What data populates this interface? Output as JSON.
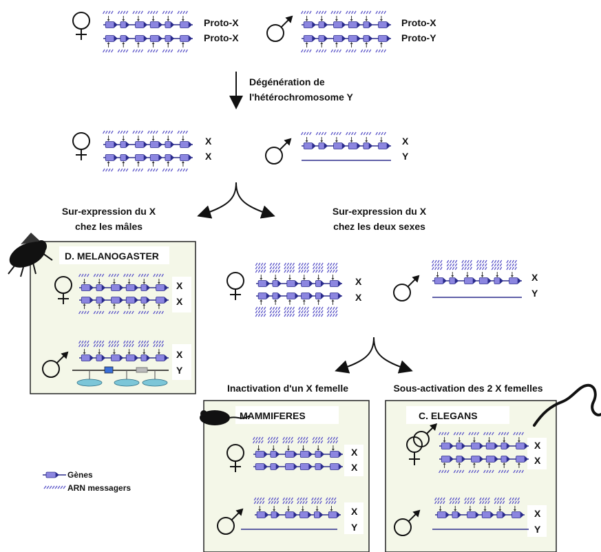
{
  "top": {
    "female_labels": [
      "Proto-X",
      "Proto-X"
    ],
    "male_labels": [
      "Proto-X",
      "Proto-Y"
    ]
  },
  "arrow_caption": [
    "Dégénération de",
    "l'hétérochromosome Y"
  ],
  "middle": {
    "female_labels": [
      "X",
      "X"
    ],
    "male_labels": [
      "X",
      "Y"
    ]
  },
  "branch_left": [
    "Sur-expression du X",
    "chez les mâles"
  ],
  "branch_right": [
    "Sur-expression du X",
    "chez les deux sexes"
  ],
  "drosophila": {
    "title": "D. MELANOGASTER",
    "female_labels": [
      "X",
      "X"
    ],
    "male_labels": [
      "X",
      "Y"
    ]
  },
  "both_sexes": {
    "female_labels": [
      "X",
      "X"
    ],
    "male_labels": [
      "X",
      "Y"
    ]
  },
  "branch2_left": "Inactivation d'un X femelle",
  "branch2_right": "Sous-activation des 2 X femelles",
  "mammals": {
    "title": "MAMMIFERES",
    "female_labels": [
      "X",
      "X"
    ],
    "male_labels": [
      "X",
      "Y"
    ]
  },
  "elegans": {
    "title": "C. ELEGANS",
    "female_labels": [
      "X",
      "X"
    ],
    "male_labels": [
      "X",
      "Y"
    ]
  },
  "legend": {
    "genes": "Gènes",
    "mrna": "ARN messagers"
  },
  "colors": {
    "gene_fill": "#8c86e0",
    "gene_stroke": "#2b2c8c",
    "mrna": "#5b55c8",
    "box_fill": "#f4f7e8",
    "label_bg": "#ffffff"
  }
}
